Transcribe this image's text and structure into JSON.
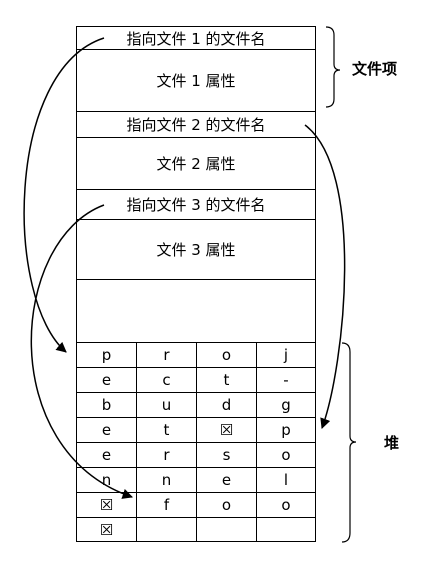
{
  "entries": [
    {
      "pointer_label": "指向文件 1 的文件名",
      "attr_label": "文件 1 属性"
    },
    {
      "pointer_label": "指向文件 2 的文件名",
      "attr_label": "文件 2 属性"
    },
    {
      "pointer_label": "指向文件 3 的文件名",
      "attr_label": "文件 3 属性"
    }
  ],
  "labels": {
    "file_item": "文件项",
    "heap": "堆"
  },
  "heap": [
    [
      "p",
      "r",
      "o",
      "j"
    ],
    [
      "e",
      "c",
      "t",
      "-"
    ],
    [
      "b",
      "u",
      "d",
      "g"
    ],
    [
      "e",
      "t",
      "☒",
      "p"
    ],
    [
      "e",
      "r",
      "s",
      "o"
    ],
    [
      "n",
      "n",
      "e",
      "l"
    ],
    [
      "☒",
      "f",
      "o",
      "o"
    ],
    [
      "☒",
      "",
      "",
      ""
    ]
  ]
}
